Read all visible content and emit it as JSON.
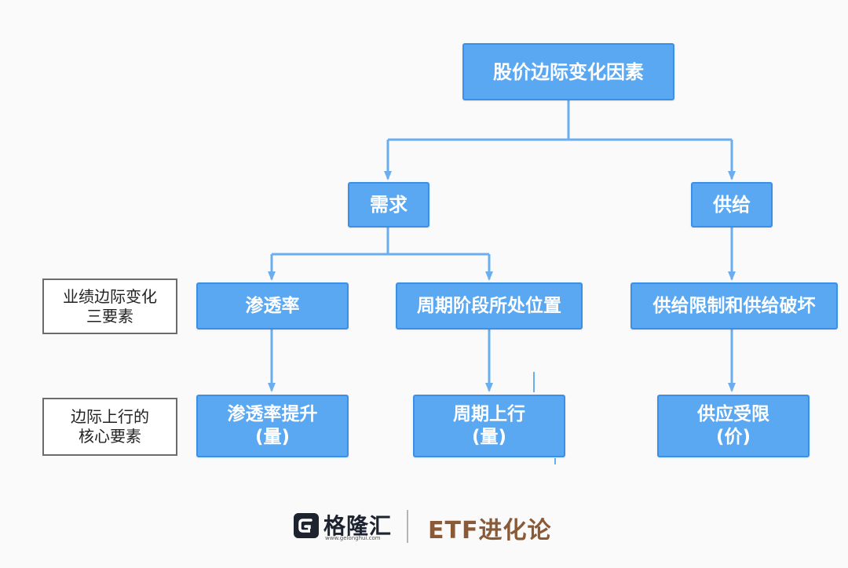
{
  "diagram": {
    "root": {
      "label": "股价边际变化因素"
    },
    "demand": {
      "label": "需求"
    },
    "supply": {
      "label": "供给"
    },
    "penetration": {
      "label": "渗透率"
    },
    "cycle_position": {
      "label": "周期阶段所处位置"
    },
    "supply_limit": {
      "label": "供给限制和供给破坏"
    },
    "penetration_up": {
      "line1": "渗透率提升",
      "line2": "(量)"
    },
    "cycle_up": {
      "line1": "周期上行",
      "line2": "(量)"
    },
    "supply_restricted": {
      "line1": "供应受限",
      "line2": "(价)"
    }
  },
  "row_labels": {
    "three_factors": {
      "line1": "业绩边际变化",
      "line2": "三要素"
    },
    "core_factors": {
      "line1": "边际上行的",
      "line2": "核心要素"
    }
  },
  "footer": {
    "logo_name": "格隆汇",
    "logo_url": "www.gelonghui.com",
    "brand": "ETF进化论"
  },
  "colors": {
    "node_fill": "#5aa7f2",
    "node_border": "#3c8fe6",
    "connector": "#6aaef0",
    "brand_text": "#8a5a37"
  }
}
